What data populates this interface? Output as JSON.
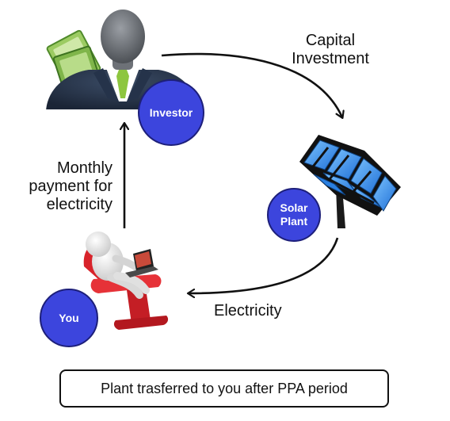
{
  "nodes": {
    "investor": "Investor",
    "solar_plant": "Solar\nPlant",
    "you": "You"
  },
  "edges": {
    "capital_investment": "Capital\nInvestment",
    "electricity": "Electricity",
    "monthly_payment": "Monthly\npayment for\nelectricity"
  },
  "footer": "Plant trasferred to you after PPA period",
  "colors": {
    "node_fill": "#3c45dd",
    "node_border": "#1d1f7a",
    "solar_panel": "#2f8ff0",
    "chair": "#d8232a",
    "tie": "#8dc63f",
    "banknote": "#6fae3c"
  },
  "icons": {
    "investor": "businessman-with-money-icon",
    "solar_plant": "solar-panel-icon",
    "you": "person-at-laptop-icon"
  }
}
